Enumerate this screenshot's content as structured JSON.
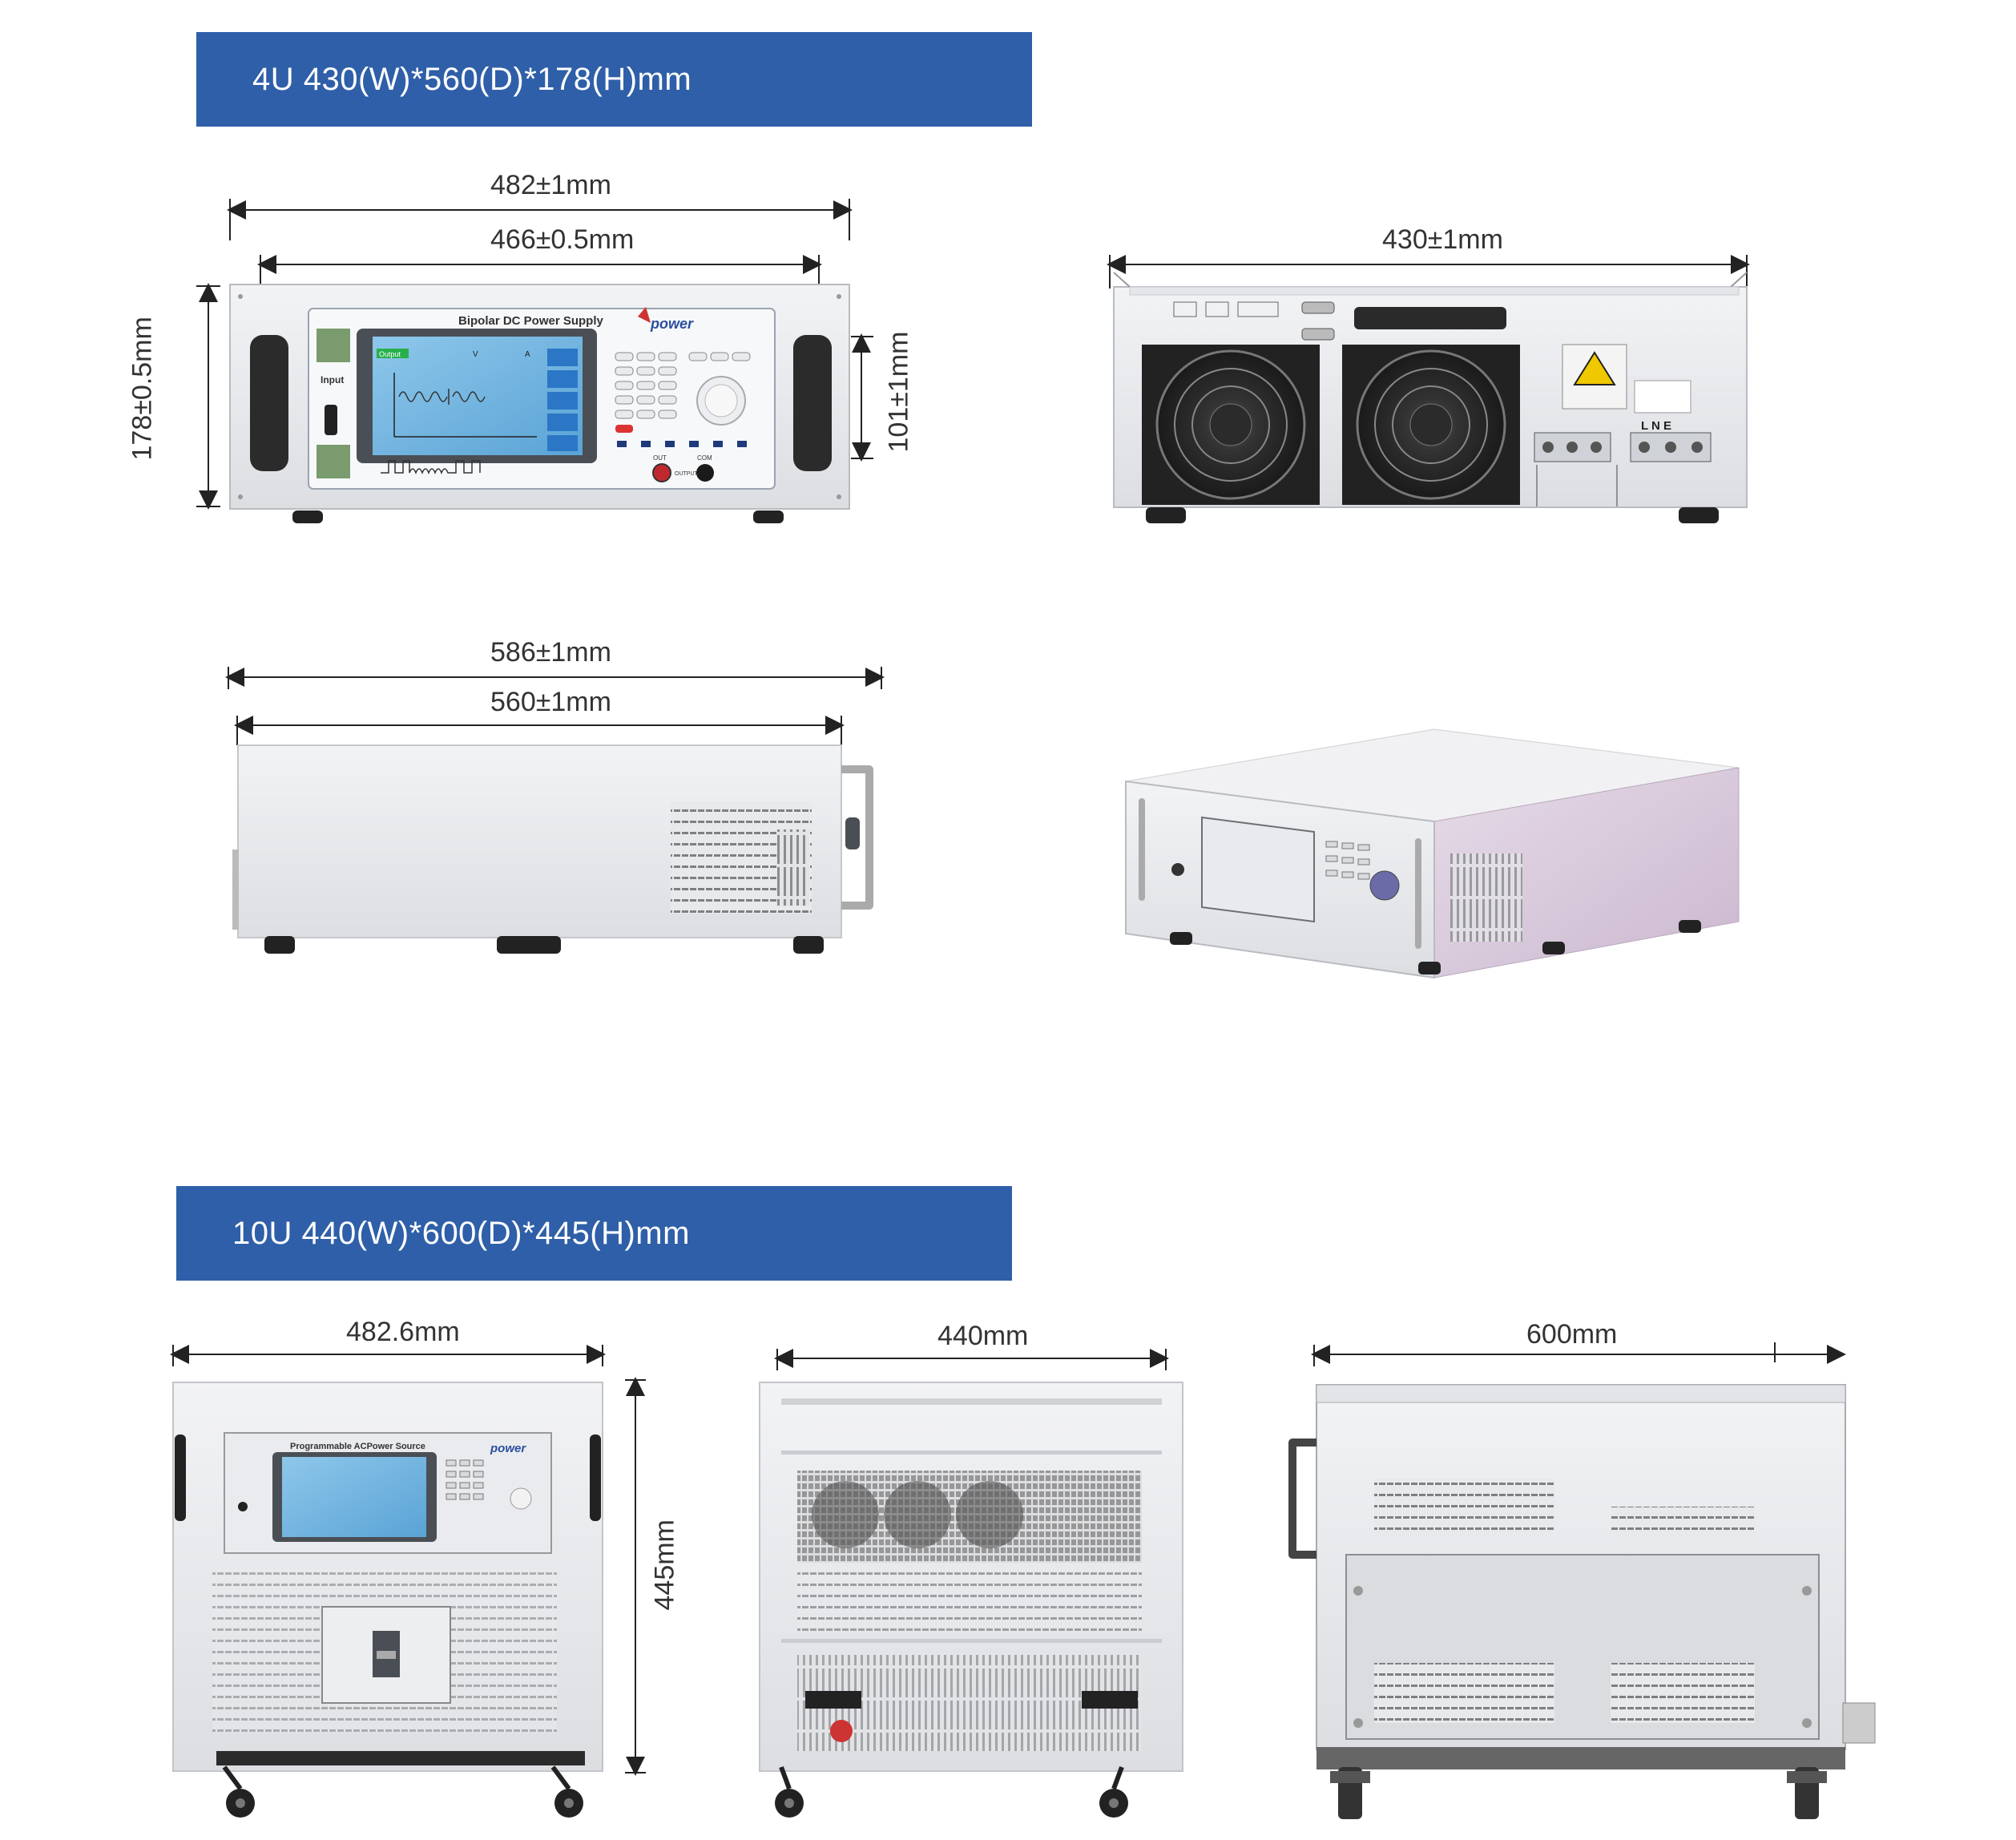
{
  "section1": {
    "title": "4U 430(W)*560(D)*178(H)mm",
    "front_panel": {
      "title": "Bipolar DC Power Supply",
      "brand": "power",
      "screen_output": "Output",
      "screen_v": "V",
      "screen_a": "A",
      "input_label": "Input",
      "out_label": "OUT",
      "com_label": "COM",
      "output_label": "OUTPUT"
    },
    "dims": {
      "front_outer": "482±1mm",
      "front_inner": "466±0.5mm",
      "front_height": "178±0.5mm",
      "handle_height": "101±1mm",
      "rear_width": "430±1mm",
      "side_outer": "586±1mm",
      "side_inner": "560±1mm"
    },
    "rear_panel": {
      "input_terminal": "L N E"
    }
  },
  "section2": {
    "title": "10U 440(W)*600(D)*445(H)mm",
    "front_panel": {
      "title": "Programmable ACPower Source",
      "brand": "power"
    },
    "dims": {
      "front_width": "482.6mm",
      "height": "445mm",
      "rear_width": "440mm",
      "side_depth": "600mm"
    }
  }
}
